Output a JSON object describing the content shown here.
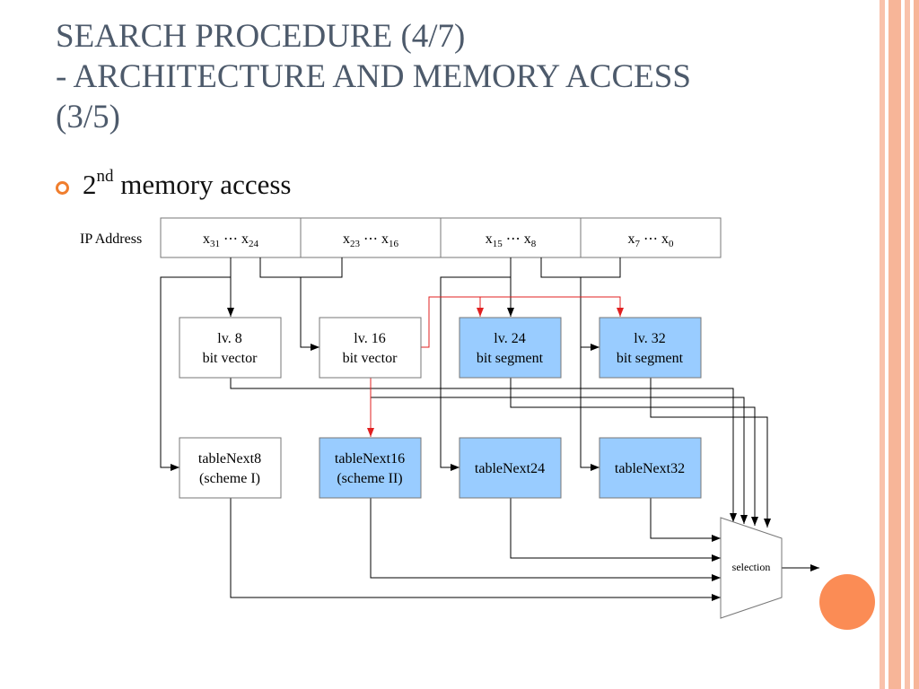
{
  "slide": {
    "title_lines": [
      "SEARCH PROCEDURE (4/7)",
      "- ARCHITECTURE AND MEMORY ACCESS",
      "(3/5)"
    ],
    "bullet": {
      "base": "2",
      "superscript": "nd",
      "rest": " memory access"
    }
  },
  "diagram": {
    "ip_label": "IP Address",
    "ip_fields": [
      {
        "x": "x",
        "hi": "31",
        "lo": "24"
      },
      {
        "x": "x",
        "hi": "23",
        "lo": "16"
      },
      {
        "x": "x",
        "hi": "15",
        "lo": "8"
      },
      {
        "x": "x",
        "hi": "7",
        "lo": "0"
      }
    ],
    "ellipsis": " ⋯ ",
    "level_boxes": [
      {
        "line1": "lv. 8",
        "line2": "bit vector"
      },
      {
        "line1": "lv. 16",
        "line2": "bit vector"
      },
      {
        "line1": "lv. 24",
        "line2": "bit segment"
      },
      {
        "line1": "lv. 32",
        "line2": "bit segment"
      }
    ],
    "table_boxes": [
      {
        "line1": "tableNext8",
        "line2": "(scheme I)"
      },
      {
        "line1": "tableNext16",
        "line2": "(scheme II)"
      },
      {
        "line1": "tableNext24",
        "line2": ""
      },
      {
        "line1": "tableNext32",
        "line2": ""
      }
    ],
    "selector_label": "selection",
    "colors": {
      "highlight_fill": "#99ccff",
      "red_path": "#e02020",
      "line": "#000000"
    }
  }
}
